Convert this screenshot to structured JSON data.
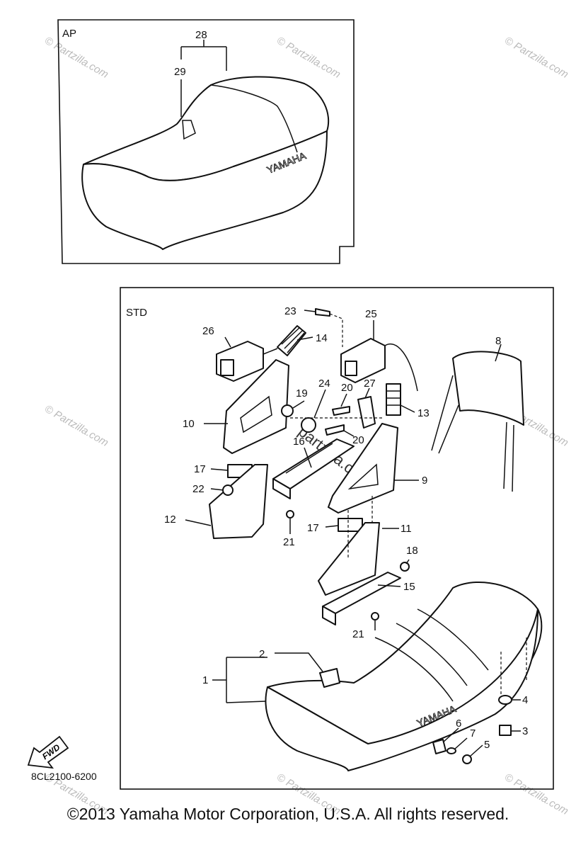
{
  "boxes": {
    "ap_tag": "AP",
    "std_tag": "STD"
  },
  "watermark": "© Partzilla.com",
  "center_watermark": "partzilla.com",
  "seat_brand": "YAMAHA",
  "fwd_label": "FWD",
  "diagram_code": "8CL2100-6200",
  "copyright": "©2013 Yamaha Motor Corporation, U.S.A. All rights reserved.",
  "callouts": {
    "c1": "1",
    "c2": "2",
    "c3": "3",
    "c4": "4",
    "c5": "5",
    "c6": "6",
    "c7": "7",
    "c8": "8",
    "c9": "9",
    "c10": "10",
    "c11": "11",
    "c12": "12",
    "c13": "13",
    "c14": "14",
    "c15": "15",
    "c16": "16",
    "c17a": "17",
    "c17b": "17",
    "c18": "18",
    "c19": "19",
    "c20a": "20",
    "c20b": "20",
    "c21a": "21",
    "c21b": "21",
    "c22": "22",
    "c23": "23",
    "c24": "24",
    "c25": "25",
    "c26": "26",
    "c27": "27",
    "c28": "28",
    "c29": "29"
  }
}
